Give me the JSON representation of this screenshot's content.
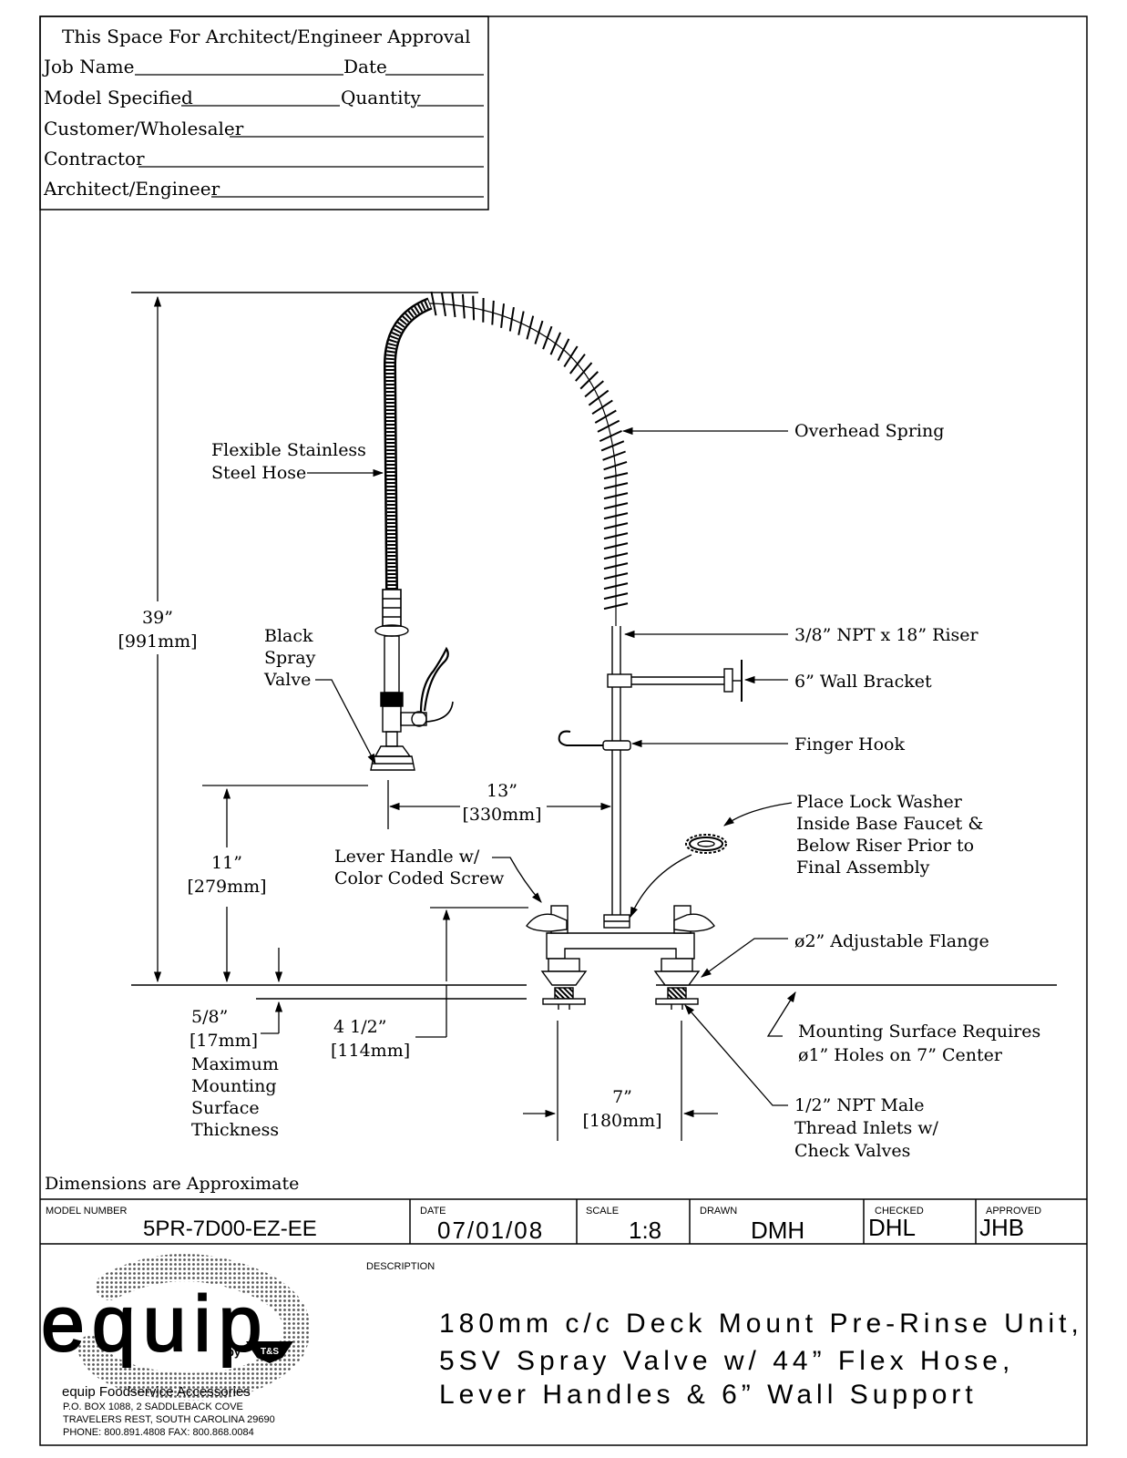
{
  "approval_box": {
    "title": "This Space For Architect/Engineer Approval",
    "job_name_label": "Job Name",
    "date_label": "Date",
    "model_specified_label": "Model Specified",
    "quantity_label": "Quantity",
    "customer_label": "Customer/Wholesaler",
    "contractor_label": "Contractor",
    "architect_label": "Architect/Engineer"
  },
  "callouts": {
    "flex_hose_1": "Flexible Stainless",
    "flex_hose_2": "Steel Hose",
    "overhead_spring": "Overhead Spring",
    "black_spray_1": "Black",
    "black_spray_2": "Spray",
    "black_spray_3": "Valve",
    "riser": "3/8” NPT x 18” Riser",
    "wall_bracket": "6” Wall Bracket",
    "finger_hook": "Finger Hook",
    "lock_washer_1": "Place Lock Washer",
    "lock_washer_2": "Inside Base Faucet &",
    "lock_washer_3": "Below Riser Prior to",
    "lock_washer_4": "Final Assembly",
    "lever_handle_1": "Lever Handle w/",
    "lever_handle_2": "Color Coded Screw",
    "flange": "ø2” Adjustable Flange",
    "mounting_1": "Mounting Surface Requires",
    "mounting_2": "ø1” Holes on 7” Center",
    "inlets_1": "1/2” NPT Male",
    "inlets_2": "Thread Inlets w/",
    "inlets_3": "Check Valves"
  },
  "dimensions": {
    "height_in": "39”",
    "height_mm": "[991mm]",
    "spray_in": "11”",
    "spray_mm": "[279mm]",
    "reach_in": "13”",
    "reach_mm": "[330mm]",
    "thick_in": "5/8”",
    "thick_mm": "[17mm]",
    "thick_note_1": "Maximum",
    "thick_note_2": "Mounting",
    "thick_note_3": "Surface",
    "thick_note_4": "Thickness",
    "base_in": "4 1/2”",
    "base_mm": "[114mm]",
    "center_in": "7”",
    "center_mm": "[180mm]"
  },
  "note": "Dimensions are Approximate",
  "title_block": {
    "model_number_label": "MODEL NUMBER",
    "model_number": "5PR-7D00-EZ-EE",
    "date_label": "DATE",
    "date": "07/01/08",
    "scale_label": "SCALE",
    "scale": "1:8",
    "drawn_label": "DRAWN",
    "drawn": "DMH",
    "checked_label": "CHECKED",
    "checked": "DHL",
    "approved_label": "APPROVED",
    "approved": "JHB",
    "description_label": "DESCRIPTION",
    "description_1": "180mm c/c Deck Mount Pre-Rinse Unit,",
    "description_2": "5SV Spray Valve w/ 44” Flex Hose,",
    "description_3": "Lever Handles & 6” Wall Support"
  },
  "company": {
    "logo_text": "equip",
    "by": "by",
    "brand_mark": "T&S",
    "name": "equip Foodservice Accessories",
    "address_1": "P.O. BOX 1088, 2 SADDLEBACK COVE",
    "address_2": "TRAVELERS REST, SOUTH CAROLINA 29690",
    "phone": "PHONE: 800.891.4808    FAX: 800.868.0084"
  }
}
